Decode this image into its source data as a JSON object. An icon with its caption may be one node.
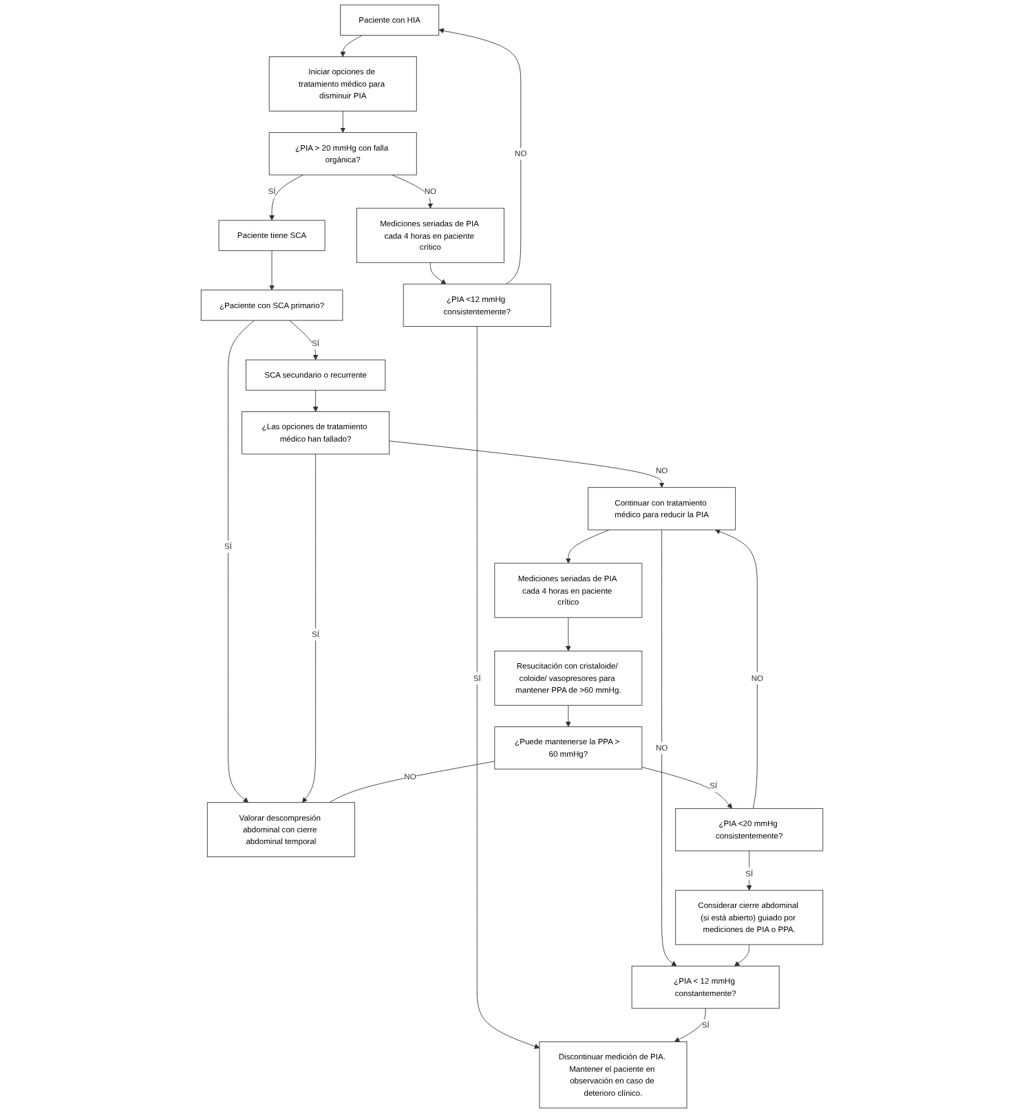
{
  "diagram": {
    "nodes": [
      {
        "text": [
          "Paciente con HIA"
        ]
      },
      {
        "text": [
          "Iniciar opciones de tratamiento médico para disminuir PIA"
        ]
      },
      {
        "text": [
          "¿PIA > 20 mmHg con falla orgánica?"
        ]
      },
      {
        "text": [
          "Mediciones seriadas de PIA cada 4 horas en paciente crítico"
        ]
      },
      {
        "text": [
          "¿PIA <12 mmHg consistentemente?"
        ]
      },
      {
        "text": [
          "Paciente tiene SCA"
        ]
      },
      {
        "text": [
          "¿Paciente con SCA primario?"
        ]
      },
      {
        "text": [
          "SCA secundario o recurrente"
        ]
      },
      {
        "text": [
          "Discontinuar medición de PIA. Mantener el paciente en observación en caso de deterioro clínico."
        ]
      },
      {
        "text": [
          "Valorar descompresión abdominal con cierre abdominal temporal"
        ]
      },
      {
        "text": [
          "¿Las opciones de tratamiento médico han fallado?"
        ]
      },
      {
        "text": [
          "Continuar con tratamiento médico para reducir la PIA"
        ]
      },
      {
        "text": [
          "¿PIA < 12 mmHg constantemente?"
        ]
      },
      {
        "text": [
          "Mediciones seriadas de PIA cada 4 horas en paciente crítico"
        ]
      },
      {
        "text": [
          "Resucitación con cristaloide/ coloide/ vasopresores para mantener PPA de >60 mmHg."
        ]
      },
      {
        "text": [
          "¿Puede mantenerse la PPA > 60 mmHg?"
        ]
      },
      {
        "text": [
          "¿PIA <20 mmHg consistentemente?"
        ]
      },
      {
        "text": [
          "Considerar cierre abdominal (si está abierto) guiado por mediciones de PIA o PPA."
        ]
      }
    ],
    "edges": [
      {
        "from": 0,
        "to": 1,
        "arrow": "to"
      },
      {
        "from": 1,
        "to": 2,
        "arrow": "to"
      },
      {
        "from": 2,
        "to": 3,
        "arrow": "to",
        "label": "NO"
      },
      {
        "from": 3,
        "to": 4,
        "arrow": "to"
      },
      {
        "from": 4,
        "to": 0,
        "arrow": "to",
        "label": "NO"
      },
      {
        "from": 4,
        "to": 8,
        "arrow": "to",
        "label": "SÍ"
      },
      {
        "from": 2,
        "to": 5,
        "arrow": "to",
        "label": "SÍ"
      },
      {
        "from": 5,
        "to": 6,
        "arrow": "to"
      },
      {
        "from": 6,
        "to": 7,
        "arrow": "to",
        "label": "SÍ"
      },
      {
        "from": 6,
        "to": 9,
        "arrow": "to",
        "label": "SÍ"
      },
      {
        "from": 7,
        "to": 10,
        "arrow": "to"
      },
      {
        "from": 10,
        "to": 9,
        "arrow": "to",
        "label": "SÍ"
      },
      {
        "from": 10,
        "to": 11,
        "arrow": "to",
        "label": "NO"
      },
      {
        "from": 11,
        "to": 12,
        "arrow": "to",
        "label": "NO"
      },
      {
        "from": 12,
        "to": 8,
        "arrow": "to",
        "label": "SÍ"
      },
      {
        "from": 11,
        "to": 13,
        "arrow": "to"
      },
      {
        "from": 13,
        "to": 14,
        "arrow": "to"
      },
      {
        "from": 14,
        "to": 15,
        "arrow": "to"
      },
      {
        "from": 15,
        "to": 9,
        "arrow": "none",
        "label": "NO"
      },
      {
        "from": 15,
        "to": 16,
        "arrow": "to",
        "label": "SÍ"
      },
      {
        "from": 16,
        "to": 11,
        "arrow": "to",
        "label": "NO"
      },
      {
        "from": 16,
        "to": 17,
        "arrow": "to",
        "label": "SÍ"
      },
      {
        "from": 17,
        "to": 12,
        "arrow": "to"
      }
    ]
  }
}
